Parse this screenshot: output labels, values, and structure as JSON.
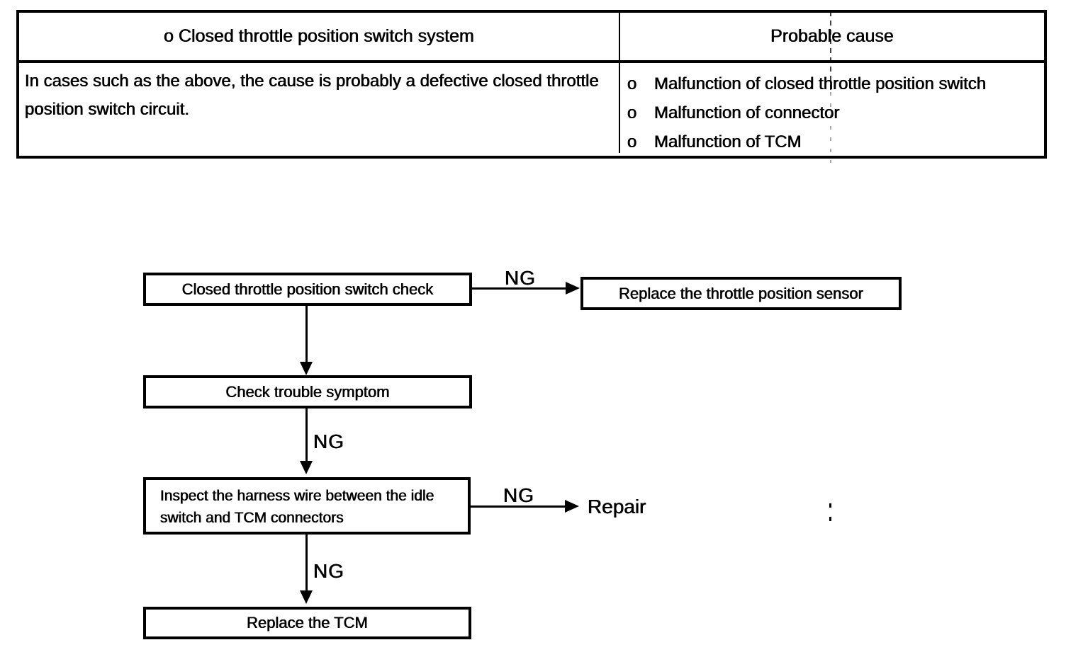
{
  "table": {
    "columns": [
      {
        "header": "o Closed throttle position switch system"
      },
      {
        "header": "Probable cause"
      }
    ],
    "description": "In cases such as the above, the cause is probably a defective closed throttle position switch circuit.",
    "bullet_char": "o",
    "probable_causes": [
      "Malfunction of closed throttle position switch",
      "Malfunction of connector",
      "Malfunction of TCM"
    ]
  },
  "flowchart": {
    "ng_label": "NG",
    "steps": {
      "check_switch": "Closed throttle position switch check",
      "replace_sensor": "Replace the throttle position sensor",
      "check_symptom": "Check trouble symptom",
      "inspect_harness": "Inspect the harness wire between the idle switch and TCM connectors",
      "repair": "Repair",
      "replace_tcm": "Replace the TCM"
    }
  }
}
